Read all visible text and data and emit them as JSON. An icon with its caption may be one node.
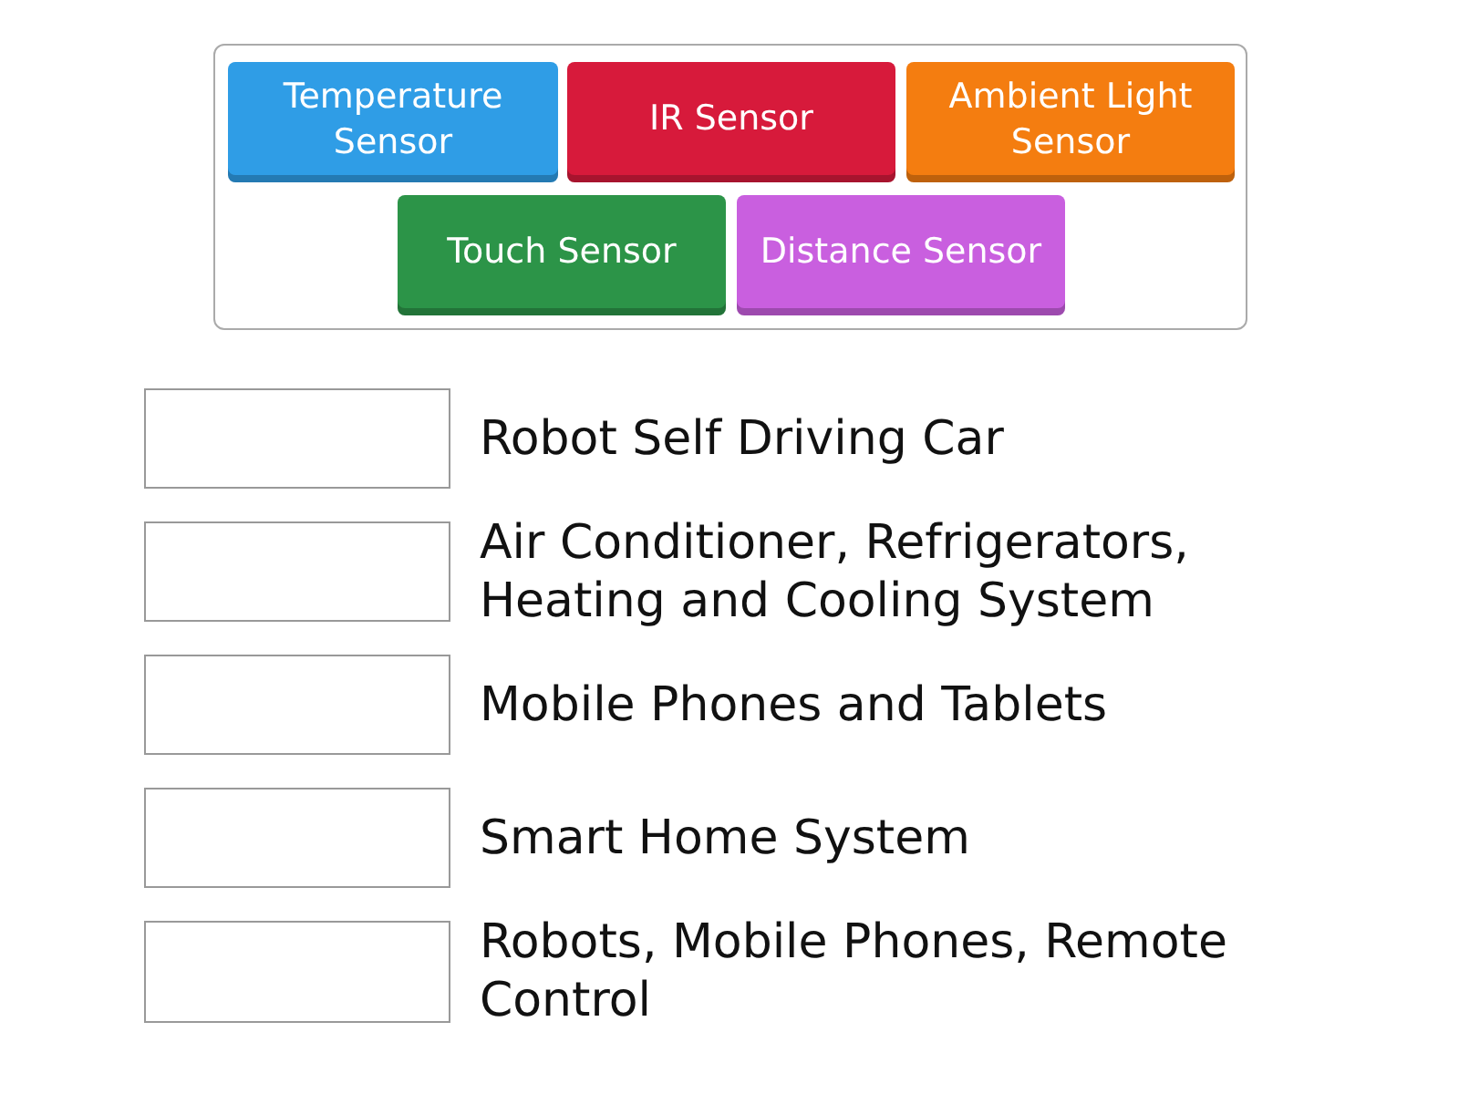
{
  "diagram": {
    "nodes": [
      {
        "text": [],
        "shape": "box"
      },
      {
        "text": [
          "Temperature Sensor"
        ],
        "in": 0
      },
      {
        "text": [
          "IR Sensor"
        ],
        "in": 0
      },
      {
        "text": [
          "Ambient Light Sensor"
        ],
        "in": 0
      },
      {
        "text": [
          "Touch Sensor"
        ],
        "in": 0
      },
      {
        "text": [
          "Distance Sensor"
        ],
        "in": 0
      },
      {
        "text": [],
        "shape": "box",
        "beside": [
          "Robot Self Driving Car"
        ]
      },
      {
        "text": [],
        "shape": "box",
        "beside": [
          "Air Conditioner, Refrigerators, Heating and Cooling System"
        ]
      },
      {
        "text": [],
        "shape": "box",
        "beside": [
          "Mobile Phones and Tablets"
        ]
      },
      {
        "text": [],
        "shape": "box",
        "beside": [
          "Smart Home System"
        ]
      },
      {
        "text": [],
        "shape": "box",
        "beside": [
          "Robots, Mobile Phones, Remote Control"
        ]
      }
    ]
  }
}
